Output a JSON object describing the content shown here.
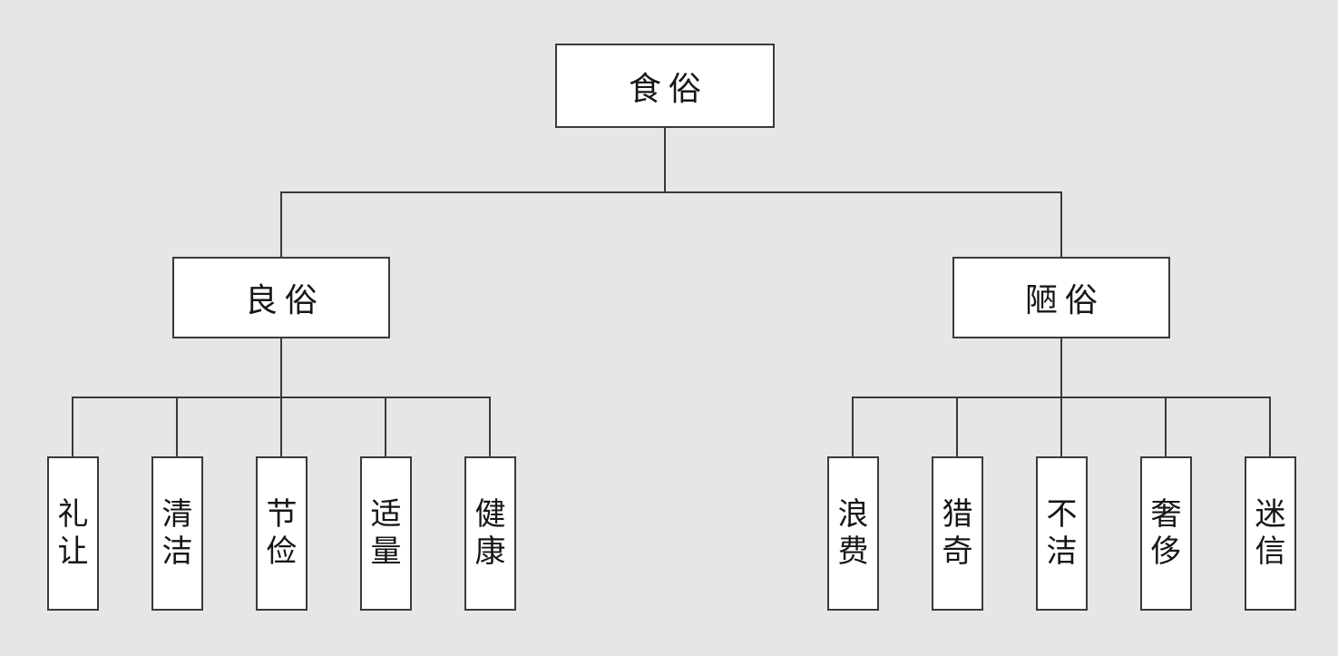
{
  "diagram": {
    "type": "tree",
    "background_color": "#e5e6e8",
    "box_fill_color": "#ffffff",
    "line_color": "#3a3a3a",
    "root": {
      "label": "食俗"
    },
    "branches": [
      {
        "label": "良俗",
        "children": [
          {
            "label": "礼让"
          },
          {
            "label": "清洁"
          },
          {
            "label": "节俭"
          },
          {
            "label": "适量"
          },
          {
            "label": "健康"
          }
        ]
      },
      {
        "label": "陋俗",
        "children": [
          {
            "label": "浪费"
          },
          {
            "label": "猎奇"
          },
          {
            "label": "不洁"
          },
          {
            "label": "奢侈"
          },
          {
            "label": "迷信"
          }
        ]
      }
    ]
  }
}
